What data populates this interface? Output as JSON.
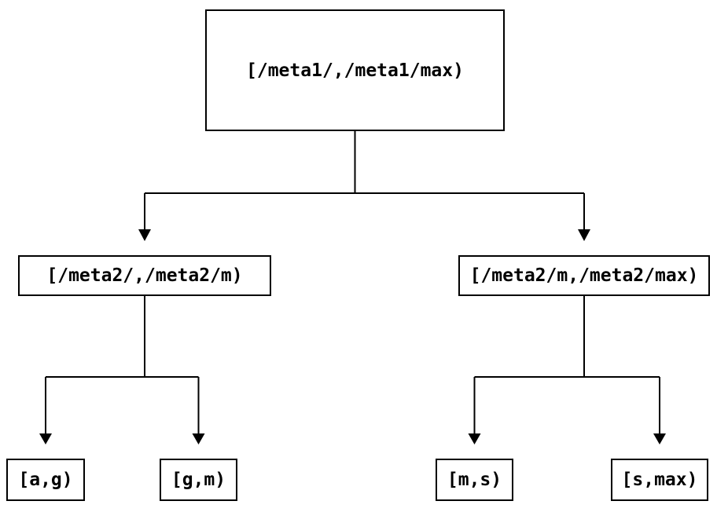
{
  "diagram": {
    "type": "binary-interval-partition-tree",
    "colors": {
      "background": "#ffffff",
      "line": "#000000",
      "text": "#000000"
    },
    "nodes": {
      "root": {
        "label": "[/meta1/,/meta1/max)"
      },
      "left2": {
        "label": "[/meta2/,/meta2/m)"
      },
      "right2": {
        "label": "[/meta2/m,/meta2/max)"
      },
      "leaf_ag": {
        "label": "[a,g)"
      },
      "leaf_gm": {
        "label": "[g,m)"
      },
      "leaf_ms": {
        "label": "[m,s)"
      },
      "leaf_smax": {
        "label": "[s,max)"
      }
    },
    "edges": [
      {
        "from": "root",
        "to": "left2"
      },
      {
        "from": "root",
        "to": "right2"
      },
      {
        "from": "left2",
        "to": "leaf_ag"
      },
      {
        "from": "left2",
        "to": "leaf_gm"
      },
      {
        "from": "right2",
        "to": "leaf_ms"
      },
      {
        "from": "right2",
        "to": "leaf_smax"
      }
    ]
  }
}
